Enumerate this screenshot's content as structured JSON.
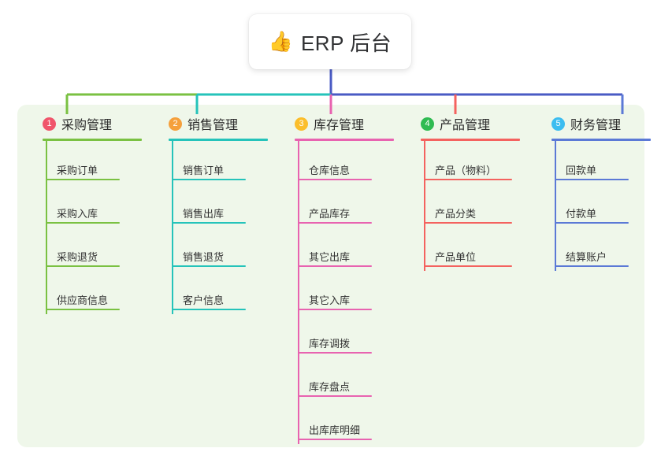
{
  "diagram": {
    "type": "mindmap",
    "title": "ERP 后台",
    "background_color": "#ffffff",
    "panel_color": "#eff7ea"
  },
  "root": {
    "icon": "thumbs-up-emoji",
    "emoji": "👍",
    "label": "ERP 后台",
    "card_color": "#ffffff",
    "stem_color": "#4a5bc4"
  },
  "columns": [
    {
      "index": "1",
      "badge": "1",
      "badge_color": "#f0556b",
      "title": "采购管理",
      "accent_color": "#7ac142",
      "leaves": [
        {
          "label": "采购订单"
        },
        {
          "label": "采购入库"
        },
        {
          "label": "采购退货"
        },
        {
          "label": "供应商信息"
        }
      ]
    },
    {
      "index": "2",
      "badge": "2",
      "badge_color": "#f5a03c",
      "title": "销售管理",
      "accent_color": "#25c3ba",
      "leaves": [
        {
          "label": "销售订单"
        },
        {
          "label": "销售出库"
        },
        {
          "label": "销售退货"
        },
        {
          "label": "客户信息"
        }
      ]
    },
    {
      "index": "3",
      "badge": "3",
      "badge_color": "#fbbe2b",
      "title": "库存管理",
      "accent_color": "#e863b0",
      "leaves": [
        {
          "label": "仓库信息"
        },
        {
          "label": "产品库存"
        },
        {
          "label": "其它出库"
        },
        {
          "label": "其它入库"
        },
        {
          "label": "库存调拨"
        },
        {
          "label": "库存盘点"
        },
        {
          "label": "出库库明细"
        }
      ]
    },
    {
      "index": "4",
      "badge": "4",
      "badge_color": "#2fbb52",
      "title": "产品管理",
      "accent_color": "#f4625f",
      "leaves": [
        {
          "label": "产品（物料）"
        },
        {
          "label": "产品分类"
        },
        {
          "label": "产品单位"
        }
      ]
    },
    {
      "index": "5",
      "badge": "5",
      "badge_color": "#3cbdf0",
      "title": "财务管理",
      "accent_color": "#5b79d6",
      "leaves": [
        {
          "label": "回款单"
        },
        {
          "label": "付款单"
        },
        {
          "label": "结算账户"
        }
      ]
    }
  ]
}
